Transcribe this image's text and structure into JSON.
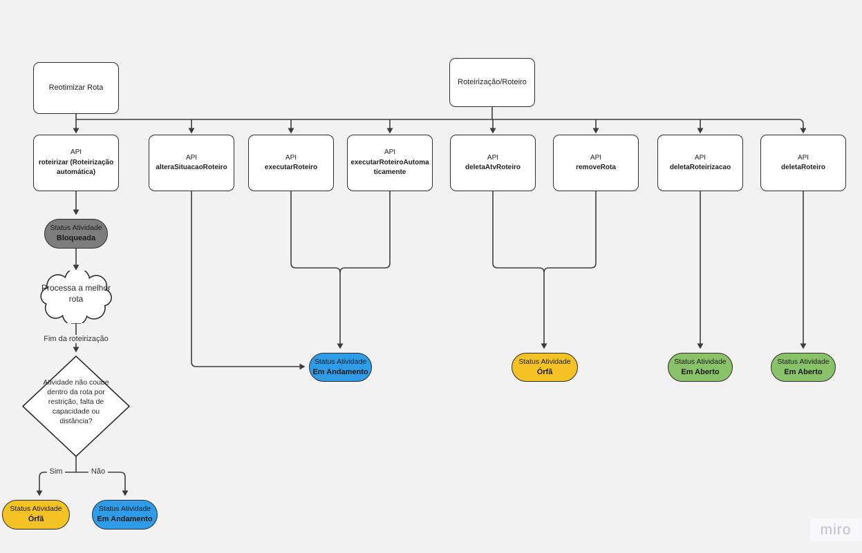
{
  "canvas": {
    "background": "#f2f2f2",
    "connector_color": "#3c3c3c"
  },
  "nodes": {
    "reotimizar": {
      "label": "Reotimizar Rota"
    },
    "roteirizacao": {
      "label": "Roteirização/Roteiro"
    },
    "cloud": {
      "label": "Processa a melhor rota"
    },
    "decision": {
      "label": "Atividade não coube dentro da rota por restrição, falta de capacidade ou distância?"
    }
  },
  "apis": [
    {
      "line1": "API",
      "line2": "roteirizar (Roteirização automática)"
    },
    {
      "line1": "API",
      "line2": "alteraSituacaoRoteiro"
    },
    {
      "line1": "API",
      "line2": "executarRoteiro"
    },
    {
      "line1": "API",
      "line2": "executarRoteiroAutomaticamente"
    },
    {
      "line1": "API",
      "line2": "deletaAtvRoteiro"
    },
    {
      "line1": "API",
      "line2": "removeRota"
    },
    {
      "line1": "API",
      "line2": "deletaRoteirizacao"
    },
    {
      "line1": "API",
      "line2": "deletaRoteiro"
    }
  ],
  "statuses": [
    {
      "line1": "Status Atividade",
      "line2": "Bloqueada",
      "color": "#7d7d7d"
    },
    {
      "line1": "Status Atividade",
      "line2": "Em Andamento",
      "color": "#2e9ce6"
    },
    {
      "line1": "Status Atividade",
      "line2": "Órfã",
      "color": "#f3c224"
    },
    {
      "line1": "Status Atividade",
      "line2": "Em Aberto",
      "color": "#89c268"
    },
    {
      "line1": "Status Atividade",
      "line2": "Em Aberto",
      "color": "#89c268"
    },
    {
      "line1": "Status Atividade",
      "line2": "Órfã",
      "color": "#f3c224"
    },
    {
      "line1": "Status Atividade",
      "line2": "Em Andamento",
      "color": "#2e9ce6"
    }
  ],
  "edge_labels": {
    "fim": "Fim da roteirização",
    "sim": "Sim",
    "nao": "Não"
  },
  "watermark": {
    "label": "miro"
  }
}
